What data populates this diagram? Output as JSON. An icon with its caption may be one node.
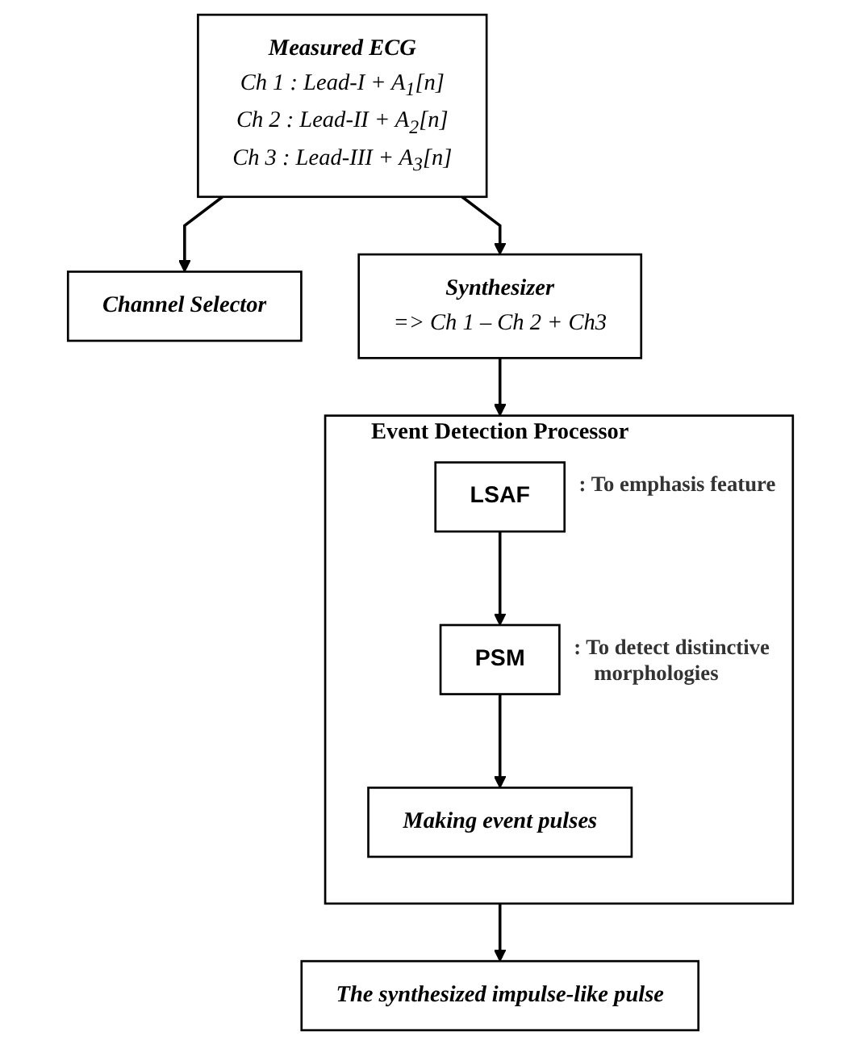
{
  "diagram": {
    "nodes": [
      {
        "text": [
          "Measured ECG",
          "Ch 1 : Lead-I + A$_{1}$[n]",
          "Ch 2 : Lead-II + A$_{2}$[n]",
          "Ch 3 : Lead-III + A$_{3}$[n]"
        ]
      },
      {
        "text": [
          "Channel Selector"
        ]
      },
      {
        "text": [
          "Synthesizer",
          "=> Ch 1 – Ch 2 + Ch3"
        ]
      },
      {
        "text": [
          "Event Detection Processor"
        ]
      },
      {
        "text": [
          "LSAF"
        ],
        "in": 3,
        "beside": [
          ": To emphasis feature"
        ]
      },
      {
        "text": [
          "PSM"
        ],
        "in": 3,
        "beside": [
          ": To detect distinctive morphologies"
        ]
      },
      {
        "text": [
          "Making event pulses"
        ],
        "in": 3
      },
      {
        "text": [
          "The synthesized impulse-like pulse"
        ]
      }
    ],
    "edges": [
      {
        "from": 0,
        "to": 1,
        "arrow": "to"
      },
      {
        "from": 0,
        "to": 2,
        "arrow": "to"
      },
      {
        "from": 2,
        "to": 3,
        "arrow": "to"
      },
      {
        "from": 4,
        "to": 5,
        "arrow": "to"
      },
      {
        "from": 5,
        "to": 6,
        "arrow": "to"
      },
      {
        "from": 3,
        "to": 7,
        "arrow": "to"
      }
    ]
  }
}
